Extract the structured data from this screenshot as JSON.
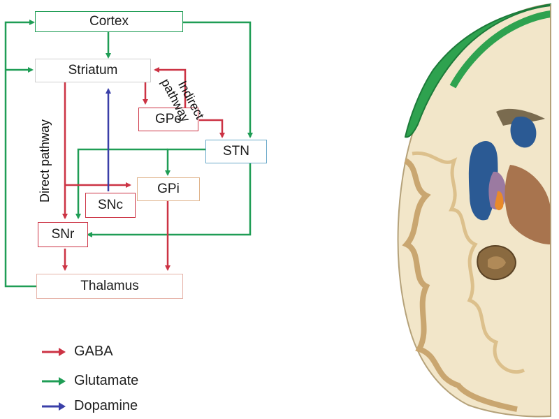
{
  "nodes": {
    "cortex": "Cortex",
    "striatum": "Striatum",
    "gpe": "GPe",
    "stn": "STN",
    "gpi": "GPi",
    "snc": "SNc",
    "snr": "SNr",
    "thalamus": "Thalamus"
  },
  "labels": {
    "direct": "Direct pathway",
    "indirect_line1": "Indirect",
    "indirect_line2": "pathway"
  },
  "legend": [
    {
      "label": "GABA",
      "color": "#cc3344"
    },
    {
      "label": "Glutamate",
      "color": "#1f9d55"
    },
    {
      "label": "Dopamine",
      "color": "#3a3fa8"
    }
  ],
  "colors": {
    "gaba": "#cc3344",
    "glutamate": "#1f9d55",
    "dopamine": "#3a3fa8"
  }
}
